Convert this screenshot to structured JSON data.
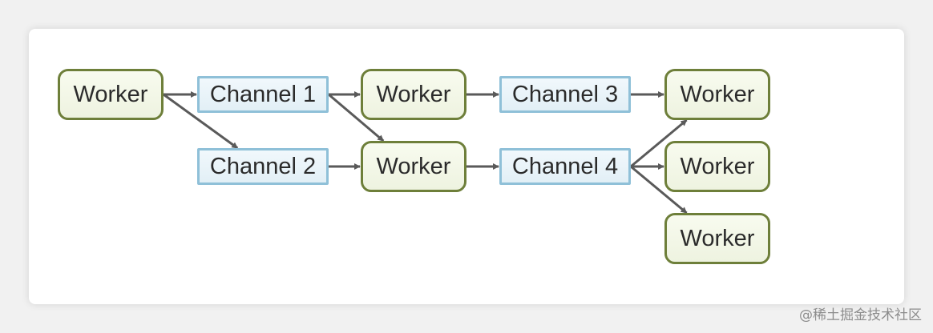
{
  "diagram": {
    "nodes": [
      {
        "id": "w1",
        "type": "worker",
        "label": "Worker"
      },
      {
        "id": "c1",
        "type": "channel",
        "label": "Channel 1"
      },
      {
        "id": "c2",
        "type": "channel",
        "label": "Channel 2"
      },
      {
        "id": "w2",
        "type": "worker",
        "label": "Worker"
      },
      {
        "id": "w3",
        "type": "worker",
        "label": "Worker"
      },
      {
        "id": "c3",
        "type": "channel",
        "label": "Channel 3"
      },
      {
        "id": "c4",
        "type": "channel",
        "label": "Channel 4"
      },
      {
        "id": "w4",
        "type": "worker",
        "label": "Worker"
      },
      {
        "id": "w5",
        "type": "worker",
        "label": "Worker"
      },
      {
        "id": "w6",
        "type": "worker",
        "label": "Worker"
      }
    ],
    "edges": [
      {
        "from": "w1",
        "to": "c1"
      },
      {
        "from": "w1",
        "to": "c2"
      },
      {
        "from": "c1",
        "to": "w2"
      },
      {
        "from": "c1",
        "to": "w3"
      },
      {
        "from": "c2",
        "to": "w3"
      },
      {
        "from": "w2",
        "to": "c3"
      },
      {
        "from": "w3",
        "to": "c4"
      },
      {
        "from": "c3",
        "to": "w4"
      },
      {
        "from": "c4",
        "to": "w4"
      },
      {
        "from": "c4",
        "to": "w5"
      },
      {
        "from": "c4",
        "to": "w6"
      }
    ],
    "colors": {
      "worker_border": "#6e7f3a",
      "worker_fill": "#f4f7e8",
      "channel_border": "#8fc0d8",
      "channel_fill": "#eaf4f9",
      "edge": "#5a5a5a"
    }
  },
  "watermark": "@稀土掘金技术社区"
}
